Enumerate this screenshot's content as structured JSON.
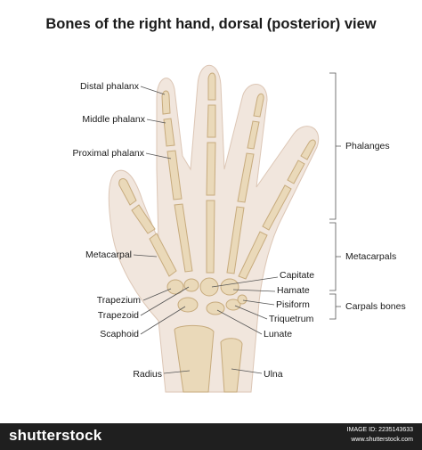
{
  "title": "Bones of the right hand, dorsal (posterior) view",
  "labels": {
    "distal_phalanx": "Distal phalanx",
    "middle_phalanx": "Middle phalanx",
    "proximal_phalanx": "Proximal phalanx",
    "metacarpal": "Metacarpal",
    "trapezium": "Trapezium",
    "trapezoid": "Trapezoid",
    "scaphoid": "Scaphoid",
    "radius": "Radius",
    "capitate": "Capitate",
    "hamate": "Hamate",
    "pisiform": "Pisiform",
    "triquetrum": "Triquetrum",
    "lunate": "Lunate",
    "ulna": "Ulna"
  },
  "groups": {
    "phalanges": "Phalanges",
    "metacarpals": "Metacarpals",
    "carpals": "Carpals bones"
  },
  "footer": {
    "logo": "shutterstock",
    "image_id": "IMAGE ID: 2235143633",
    "site": "www.shutterstock.com"
  },
  "colors": {
    "skin": "#f1e6dd",
    "bone": "#ead9b9",
    "bone_stroke": "#c7ab7d",
    "leader": "#555555",
    "footer_bg": "#1f1f1f"
  }
}
